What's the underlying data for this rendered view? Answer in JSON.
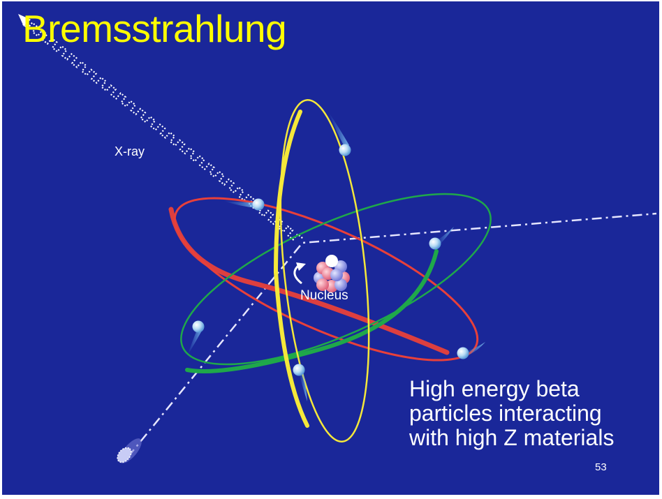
{
  "slide": {
    "title": "Bremsstrahlung",
    "xray_label": "X-ray",
    "nucleus_label": "Nucleus",
    "caption_lines": [
      "High energy beta",
      "particles interacting",
      "with high Z materials"
    ],
    "page_number": "53"
  },
  "colors": {
    "background": "#1a2799",
    "title": "#ffff00",
    "text": "#ffffff",
    "orbit_red": "#e8403a",
    "orbit_green": "#1fa84a",
    "orbit_yellow": "#f5e83a",
    "electron": "#b8dcf5",
    "proton": "#f08a9a",
    "neutron": "#9aa0e8"
  },
  "icons": [
    "electron-icon",
    "nucleus-icon",
    "curved-arrow-icon",
    "beta-particle-icon",
    "photon-wave-icon"
  ]
}
